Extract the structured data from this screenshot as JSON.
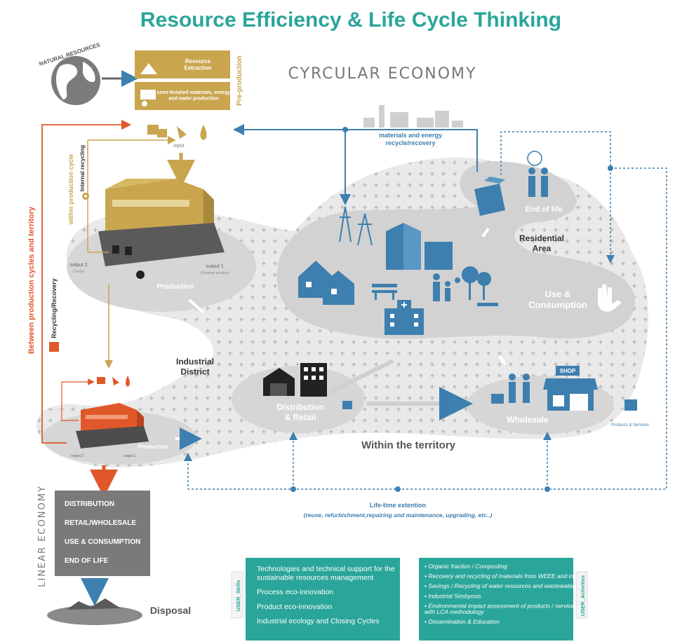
{
  "title": "Resource Efficiency & Life Cycle Thinking",
  "circular_economy": "CYRCULAR ECONOMY",
  "natural_resources": "NATURAL RESOURCES",
  "pre_production": "Pre-production",
  "resource_extraction": "Resource\nExtraction",
  "semi_finished": "semi-finished materials, energy\nand water production",
  "input": "input",
  "materials_energy": "materials and energy\nrecycle/recovery",
  "within_production_cycle": "within production cycle",
  "internal_recycling": "Internal recycling",
  "between_cycles": "Between production cycles and territory",
  "recycling_recovery": "Recycling/Recovery",
  "production": "Production",
  "output2": "output 2",
  "output2_sub": "(Trash)",
  "output1": "output 1",
  "output1_sub": "(Finished product)",
  "industrial_district": "Industrial\nDistrict",
  "distribution_retail": "Distribution\n& Retail",
  "within_territory": "Within the territory",
  "wholesale": "Wholesale",
  "shop": "SHOP",
  "products_services": "Products & Services",
  "end_of_life": "End of life",
  "residential_area": "Residential\nArea",
  "use_consumption": "Use &\nConsumption",
  "production_small": "Production",
  "output_small_a": "output 2",
  "output_small_b": "output 1",
  "lifetime_title": "Life-time extention",
  "lifetime_sub": "(reuse, refurbishment,repairing and maintenance, upgrading, etc..)",
  "linear_economy": "LINEAR ECONOMY",
  "linear_steps": [
    "DISTRIBUTION",
    "RETAIL/WHOLESALE",
    "USE & CONSUMPTION",
    "END OF LIFE"
  ],
  "disposal": "Disposal",
  "user_skills": "USER_Skills",
  "user_activities": "USER_Activities",
  "skills": [
    "Technologies and technical support for the\nsustainable resources management",
    "Process eco-innovation",
    "Product eco-innovation",
    "Industrial ecology and Closing Cycles"
  ],
  "activities": [
    "• Organic fraction / Composting",
    "• Recovery and recycling of materials from WEEE and industrial waste",
    "• Savings / Recycling of water resources and wastewater purification",
    "• Industrial Simbyosis",
    "• Environmental impact assessment of products / services / systems\nwith LCA methodology",
    "• Dissemination & Education"
  ],
  "colors": {
    "teal": "#2aa59a",
    "gold": "#c9a54e",
    "orange": "#e0582a",
    "blue": "#3d7fae",
    "grey_block": "#7a7a7a",
    "region": "#e3e3e3",
    "dark_region": "#c9c9c9"
  }
}
